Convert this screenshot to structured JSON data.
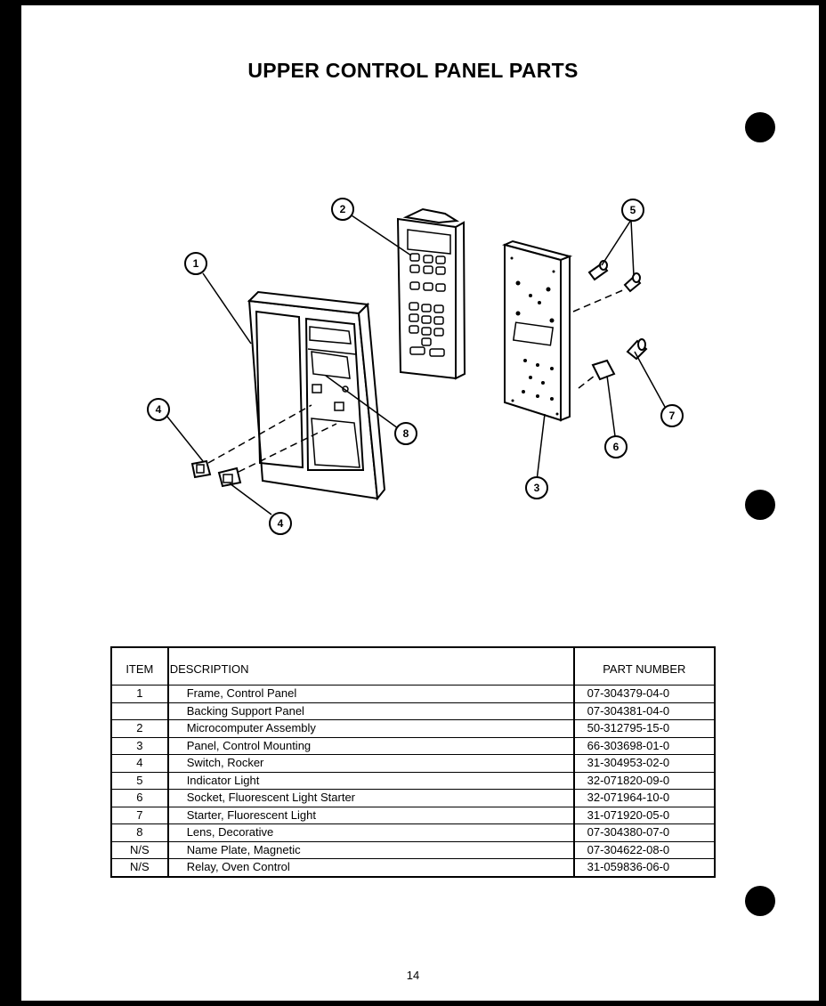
{
  "title": "UPPER CONTROL PANEL PARTS",
  "callouts": [
    "1",
    "2",
    "3",
    "4",
    "4",
    "5",
    "6",
    "7",
    "8"
  ],
  "table": {
    "headers": {
      "item": "ITEM",
      "description": "DESCRIPTION",
      "part_number": "PART NUMBER"
    },
    "rows": [
      {
        "item": "1",
        "description": "Frame, Control Panel",
        "part_number": "07-304379-04-0"
      },
      {
        "item": "",
        "description": "Backing Support Panel",
        "part_number": "07-304381-04-0"
      },
      {
        "item": "2",
        "description": "Microcomputer Assembly",
        "part_number": "50-312795-15-0"
      },
      {
        "item": "3",
        "description": "Panel, Control Mounting",
        "part_number": "66-303698-01-0"
      },
      {
        "item": "4",
        "description": "Switch, Rocker",
        "part_number": "31-304953-02-0"
      },
      {
        "item": "5",
        "description": "Indicator Light",
        "part_number": "32-071820-09-0"
      },
      {
        "item": "6",
        "description": "Socket, Fluorescent Light Starter",
        "part_number": "32-071964-10-0"
      },
      {
        "item": "7",
        "description": "Starter, Fluorescent Light",
        "part_number": "31-071920-05-0"
      },
      {
        "item": "8",
        "description": "Lens, Decorative",
        "part_number": "07-304380-07-0"
      },
      {
        "item": "N/S",
        "description": "Name Plate, Magnetic",
        "part_number": "07-304622-08-0"
      },
      {
        "item": "N/S",
        "description": "Relay, Oven Control",
        "part_number": "31-059836-06-0"
      }
    ]
  },
  "page_number": "14"
}
